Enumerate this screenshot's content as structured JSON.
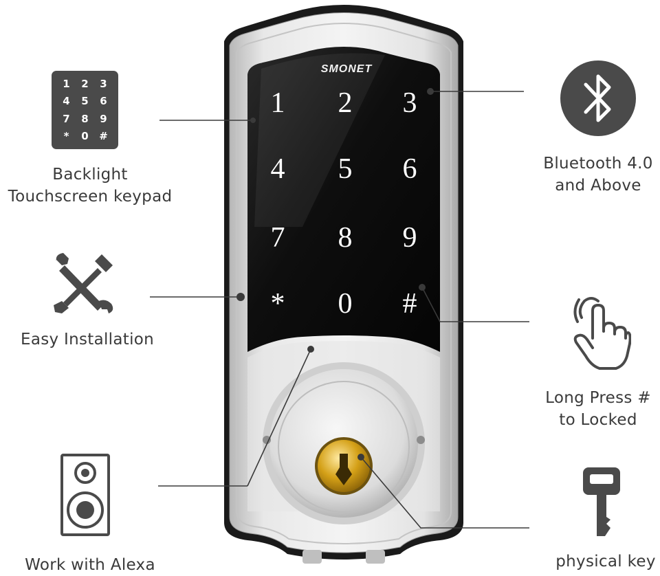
{
  "brand": {
    "name": "SMONET"
  },
  "keypad": {
    "keys": [
      "1",
      "2",
      "3",
      "4",
      "5",
      "6",
      "7",
      "8",
      "9",
      "*",
      "0",
      "#"
    ]
  },
  "features": {
    "keypad": {
      "icon": "keypad-icon",
      "line1": "Backlight",
      "line2": "Touchscreen keypad",
      "icon_keys": [
        "1",
        "2",
        "3",
        "4",
        "5",
        "6",
        "7",
        "8",
        "9",
        "*",
        "0",
        "#"
      ]
    },
    "installation": {
      "icon": "tools-icon",
      "line1": "Easy Installation"
    },
    "alexa": {
      "icon": "speaker-icon",
      "line1": "Work with Alexa"
    },
    "bluetooth": {
      "icon": "bluetooth-icon",
      "line1": "Bluetooth 4.0",
      "line2": "and Above"
    },
    "lock_press": {
      "icon": "hand-press-icon",
      "line1": "Long Press #",
      "line2": "to Locked"
    },
    "physical_key": {
      "icon": "key-icon",
      "line1": "physical key"
    }
  },
  "colors": {
    "icon_dark": "#4a4a4a",
    "text": "#3a3a3a",
    "panel": "#0d0d0d",
    "silver": "#d9d9d9",
    "brass": "#d4a017"
  }
}
